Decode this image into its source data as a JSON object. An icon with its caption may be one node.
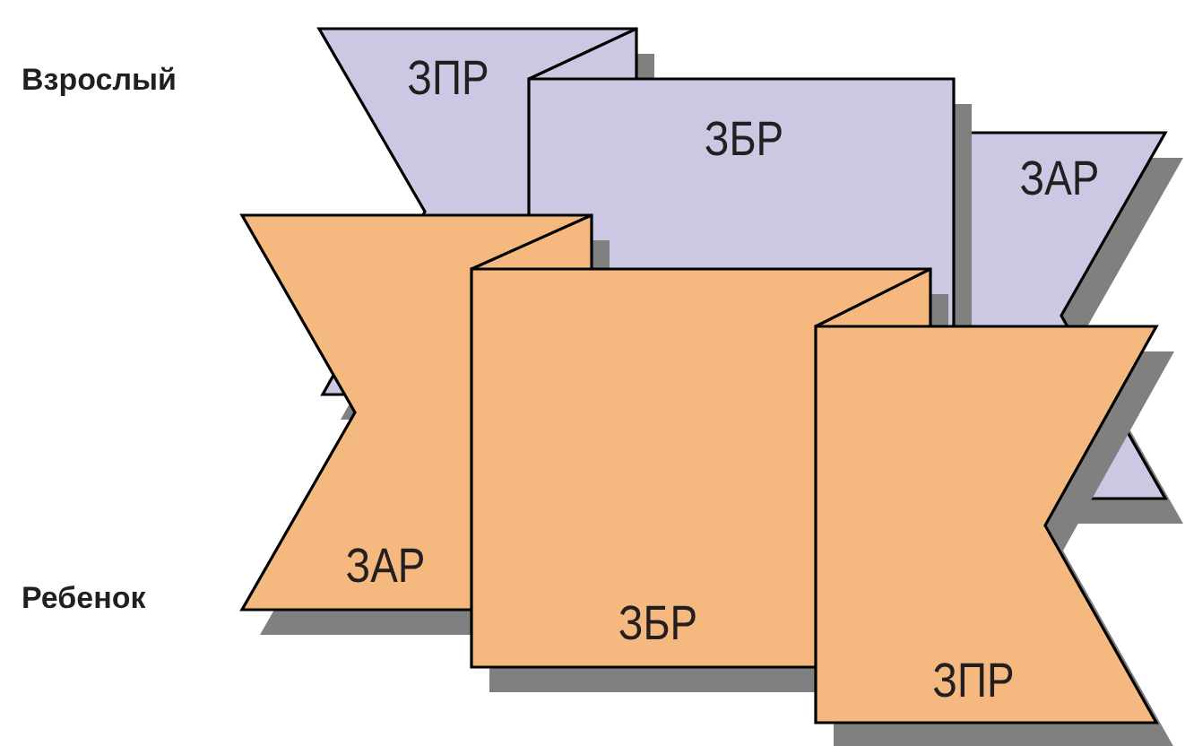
{
  "diagram": {
    "nodes": [
      {
        "text": [
          "ЗПР"
        ]
      },
      {
        "text": [
          "ЗАР"
        ]
      },
      {
        "text": [
          "ЗБР"
        ]
      },
      {
        "text": [
          "ЗАР"
        ]
      },
      {
        "text": [
          "ЗБР"
        ]
      },
      {
        "text": [
          "ЗПР"
        ]
      }
    ],
    "labels": [
      "Взрослый",
      "Ребенок"
    ]
  }
}
